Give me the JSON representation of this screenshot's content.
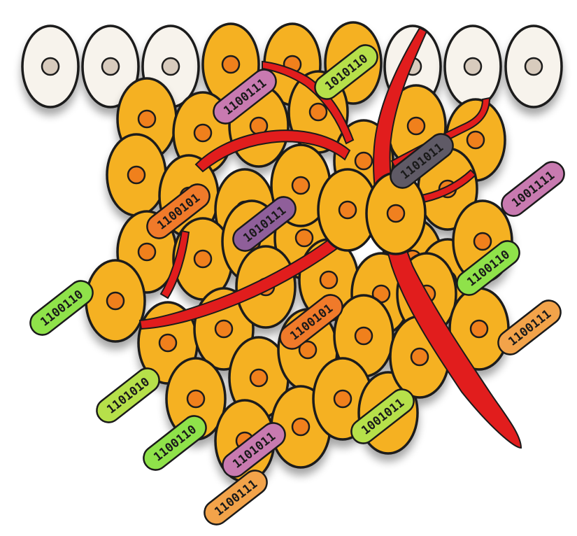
{
  "colors": {
    "normal_cell": "#f7f3ec",
    "normal_nucleus": "#d8cbbd",
    "tumor_cell": "#f5b120",
    "tumor_nucleus": "#f0801f",
    "vessel": "#e11d1d",
    "tag_purple": "#c87ab0",
    "tag_lime": "#b6e04a",
    "tag_orange": "#f07a2a",
    "tag_dark": "#5f5a66",
    "tag_violet": "#8f5f9a",
    "tag_green": "#8fe24a",
    "tag_peach": "#f2a34a"
  },
  "tags": [
    {
      "text": "1100111",
      "color": "tag_purple"
    },
    {
      "text": "1010110",
      "color": "tag_lime"
    },
    {
      "text": "1101011",
      "color": "tag_dark"
    },
    {
      "text": "1001111",
      "color": "tag_purple"
    },
    {
      "text": "1100101",
      "color": "tag_orange"
    },
    {
      "text": "1010111",
      "color": "tag_violet"
    },
    {
      "text": "1100110",
      "color": "tag_green"
    },
    {
      "text": "1100110",
      "color": "tag_green"
    },
    {
      "text": "1100101",
      "color": "tag_orange"
    },
    {
      "text": "1100111",
      "color": "tag_peach"
    },
    {
      "text": "1101010",
      "color": "tag_lime"
    },
    {
      "text": "1001011",
      "color": "tag_lime"
    },
    {
      "text": "1100110",
      "color": "tag_green"
    },
    {
      "text": "1101011",
      "color": "tag_purple"
    },
    {
      "text": "1100111",
      "color": "tag_peach"
    }
  ]
}
